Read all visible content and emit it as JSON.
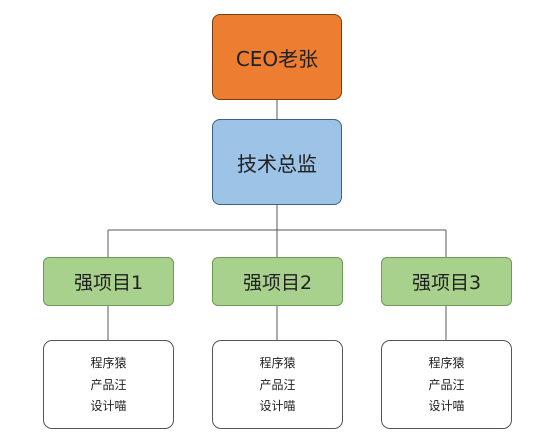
{
  "org": {
    "ceo": {
      "label": "CEO老张"
    },
    "tech_director": {
      "label": "技术总监"
    },
    "projects": [
      {
        "label": "强项目1",
        "members": [
          "程序猿",
          "产品汪",
          "设计喵"
        ]
      },
      {
        "label": "强项目2",
        "members": [
          "程序猿",
          "产品汪",
          "设计喵"
        ]
      },
      {
        "label": "强项目3",
        "members": [
          "程序猿",
          "产品汪",
          "设计喵"
        ]
      }
    ]
  },
  "colors": {
    "ceo_fill": "#ed7d31",
    "tech_fill": "#9dc3e6",
    "project_fill": "#a9d18e",
    "team_fill": "#ffffff",
    "connector": "#595959"
  }
}
